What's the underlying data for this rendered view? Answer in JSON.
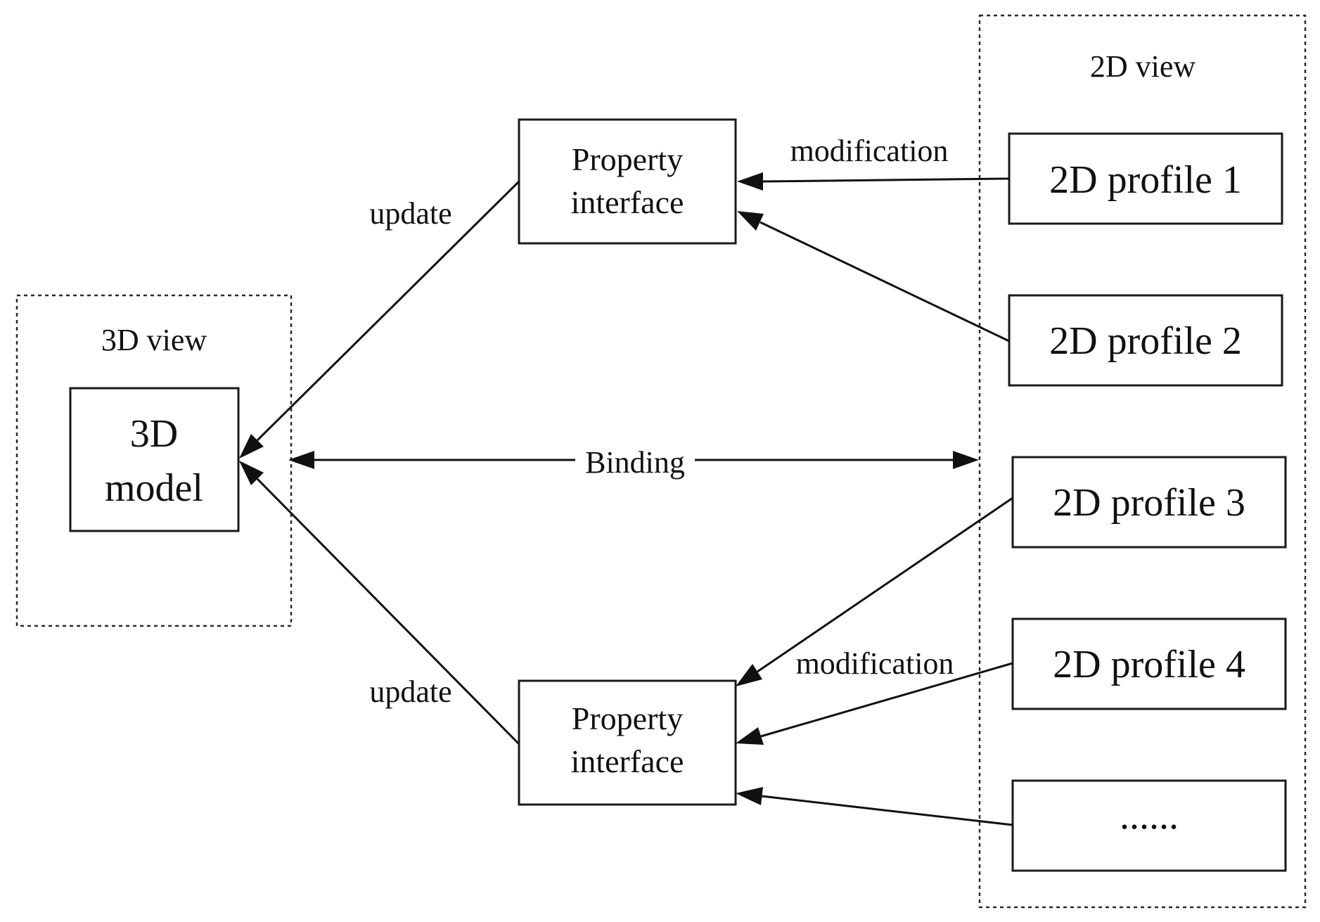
{
  "groups": {
    "view_3d": "3D view",
    "view_2d": "2D view"
  },
  "model": {
    "line1": "3D",
    "line2": "model"
  },
  "property_interfaces": [
    {
      "line1": "Property",
      "line2": "interface"
    },
    {
      "line1": "Property",
      "line2": "interface"
    }
  ],
  "profiles": [
    "2D profile 1",
    "2D profile 2",
    "2D profile 3",
    "2D profile 4",
    "......"
  ],
  "edge_labels": {
    "modification_top": "modification",
    "modification_bottom": "modification",
    "update_top": "update",
    "update_bottom": "update",
    "binding": "Binding"
  }
}
